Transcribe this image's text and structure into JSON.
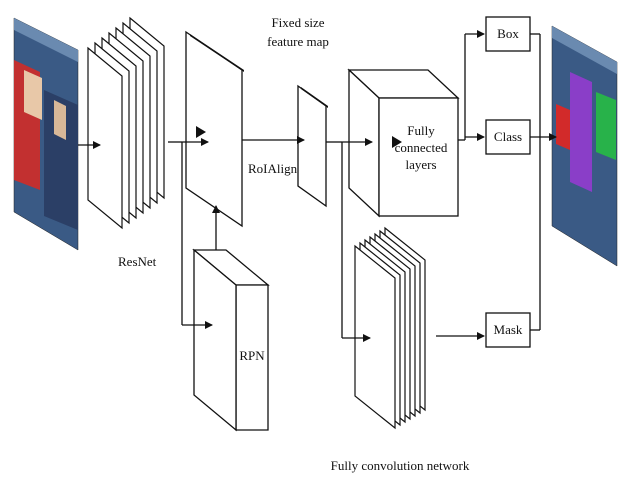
{
  "labels": {
    "resnet": "ResNet",
    "fixed_size_line1": "Fixed size",
    "fixed_size_line2": "feature map",
    "roialign": "RoIAlign",
    "fc_line1": "Fully",
    "fc_line2": "connected",
    "fc_line3": "layers",
    "rpn": "RPN",
    "fcn": "Fully convolution network",
    "box": "Box",
    "class": "Class",
    "mask": "Mask"
  },
  "colors": {
    "stroke": "#111111",
    "fill": "#ffffff",
    "input_photo_bg": "#3a5a85",
    "output_photo_bg": "#3a5a85",
    "mask_purple": "#8a3ec8",
    "mask_green": "#28b24a",
    "mask_red": "#d22a2a"
  },
  "images": {
    "input": "input-photo",
    "output": "segmented-output-photo"
  }
}
